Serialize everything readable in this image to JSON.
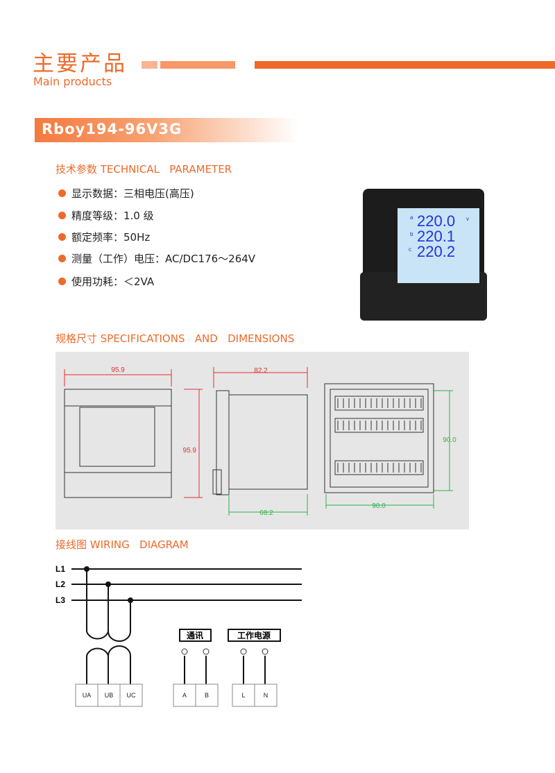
{
  "header": {
    "title_cn": "主要产品",
    "title_en": "Main products"
  },
  "product": {
    "model": "Rboy194-96V3G"
  },
  "technical": {
    "heading": "技术参数 TECHNICAL   PARAMETER",
    "specs": [
      "显示数据：三相电压(高压)",
      "精度等级：1.0 级",
      "额定频率：50Hz",
      "测量（工作）电压：AC/DC176～264V",
      "使用功耗：＜2VA"
    ]
  },
  "meter_display": {
    "rows": [
      {
        "label": "a",
        "value": "220.0"
      },
      {
        "label": "b",
        "value": "220.1"
      },
      {
        "label": "c",
        "value": "220.2"
      }
    ],
    "unit": "v"
  },
  "dimensions": {
    "heading": "规格尺寸 SPECIFICATIONS   AND   DIMENSIONS",
    "front_width": "95.9",
    "front_height": "95.9",
    "side_depth": "82.2",
    "side_body": "68.2",
    "rear_width": "90.0",
    "rear_height": "90.0"
  },
  "wiring": {
    "heading": "接线图 WIRING   DIAGRAM",
    "lines": [
      "L1",
      "L2",
      "L3"
    ],
    "voltage_terminals": [
      "UA",
      "UB",
      "UC"
    ],
    "comm_label": "通讯",
    "comm_terminals": [
      "A",
      "B"
    ],
    "power_label": "工作电源",
    "power_terminals": [
      "L",
      "N"
    ]
  },
  "colors": {
    "accent": "#ee6a2a",
    "dim_red": "#e03030",
    "dim_green": "#2fb24a"
  }
}
